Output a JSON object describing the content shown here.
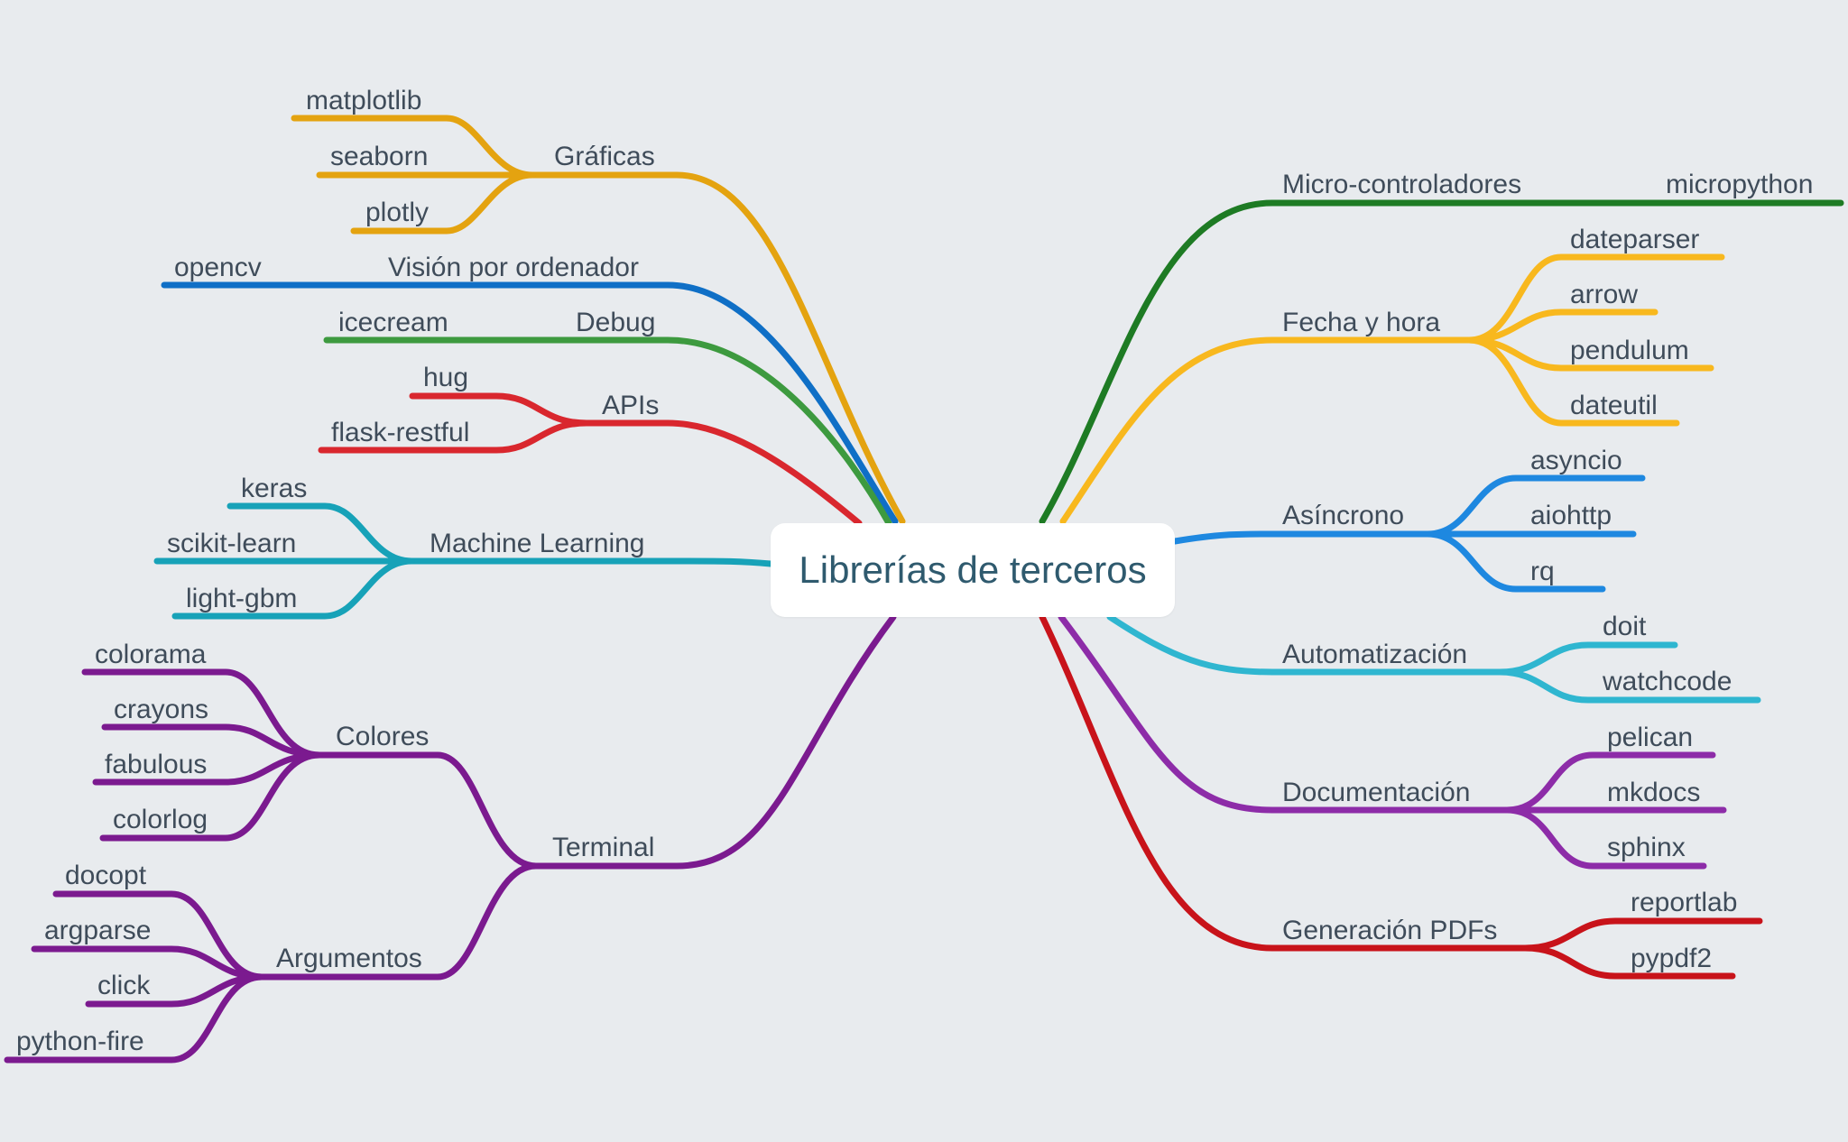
{
  "central": "Librerías de terceros",
  "colors": {
    "graficas": "#e4a310",
    "vision": "#0f6fc6",
    "debug": "#3d9a3f",
    "apis": "#d9272e",
    "ml": "#17a2b8",
    "terminal": "#7b1a8f",
    "micro": "#1e7b24",
    "fecha": "#f8b81e",
    "asincrono": "#1e88e0",
    "automatizacion": "#2fb6d0",
    "documentacion": "#8d2ca8",
    "pdfs": "#c8131a"
  },
  "branches": {
    "graficas": {
      "label": "Gráficas",
      "children": [
        "matplotlib",
        "seaborn",
        "plotly"
      ]
    },
    "vision": {
      "label": "Visión por ordenador",
      "children": [
        "opencv"
      ]
    },
    "debug": {
      "label": "Debug",
      "children": [
        "icecream"
      ]
    },
    "apis": {
      "label": "APIs",
      "children": [
        "hug",
        "flask-restful"
      ]
    },
    "ml": {
      "label": "Machine Learning",
      "children": [
        "keras",
        "scikit-learn",
        "light-gbm"
      ]
    },
    "terminal": {
      "label": "Terminal"
    },
    "colores": {
      "label": "Colores",
      "children": [
        "colorama",
        "crayons",
        "fabulous",
        "colorlog"
      ]
    },
    "argumentos": {
      "label": "Argumentos",
      "children": [
        "docopt",
        "argparse",
        "click",
        "python-fire"
      ]
    },
    "micro": {
      "label": "Micro-controladores",
      "children": [
        "micropython"
      ]
    },
    "fecha": {
      "label": "Fecha y hora",
      "children": [
        "dateparser",
        "arrow",
        "pendulum",
        "dateutil"
      ]
    },
    "asincrono": {
      "label": "Asíncrono",
      "children": [
        "asyncio",
        "aiohttp",
        "rq"
      ]
    },
    "automatizacion": {
      "label": "Automatización",
      "children": [
        "doit",
        "watchcode"
      ]
    },
    "documentacion": {
      "label": "Documentación",
      "children": [
        "pelican",
        "mkdocs",
        "sphinx"
      ]
    },
    "pdfs": {
      "label": "Generación PDFs",
      "children": [
        "reportlab",
        "pypdf2"
      ]
    }
  }
}
